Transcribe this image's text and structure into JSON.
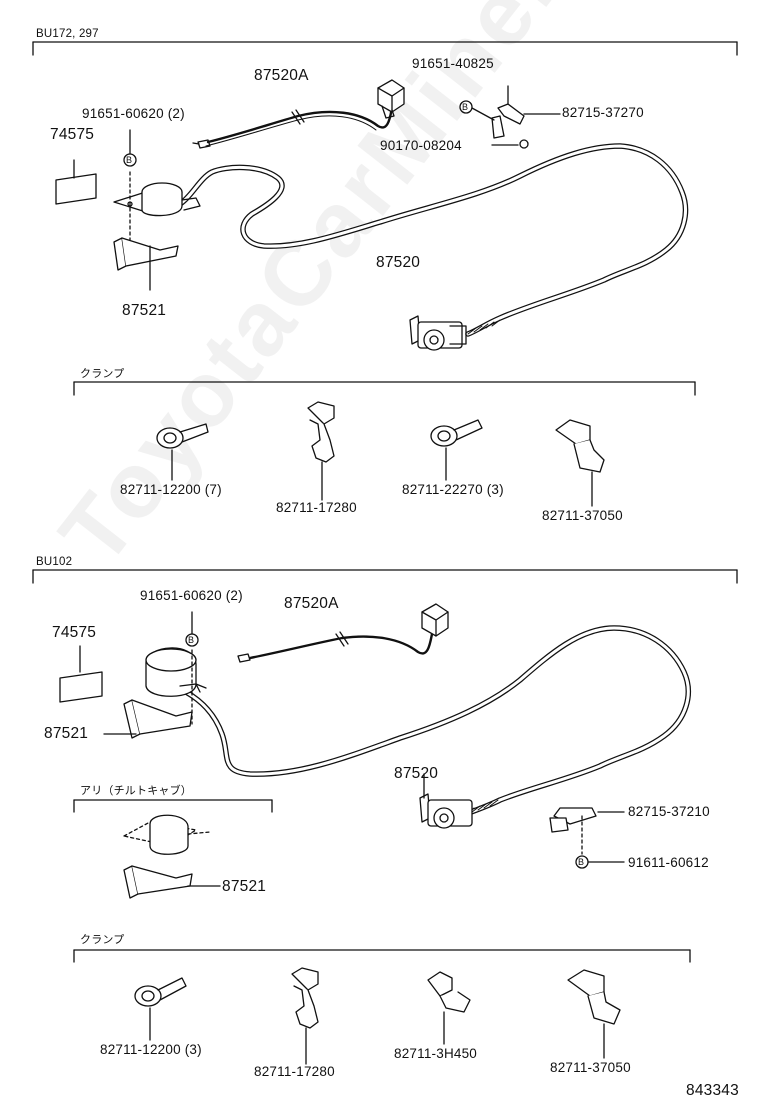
{
  "watermark": "ToyotaCarMine.ru",
  "sections": {
    "top": {
      "model": "BU172, 297",
      "parts": {
        "harness_a": "87520A",
        "screw_a": "91651-40825",
        "bracket_a": "82715-37270",
        "bolt_note": "91651-60620 (2)",
        "nut": "90170-08204",
        "label_plate": "74575",
        "harness": "87520",
        "bracket": "87521"
      },
      "clamp_title": "クランプ",
      "clamps": [
        "82711-12200 (7)",
        "82711-17280",
        "82711-22270 (3)",
        "82711-37050"
      ]
    },
    "bottom": {
      "model": "BU102",
      "parts": {
        "bolt_note": "91651-60620 (2)",
        "harness_a": "87520A",
        "label_plate": "74575",
        "bracket": "87521",
        "harness": "87520",
        "bracket_b": "82715-37210",
        "bolt_b": "91611-60612",
        "tilt_bracket": "87521"
      },
      "tilt_title": "アリ（チルトキャブ）",
      "clamp_title": "クランプ",
      "clamps": [
        "82711-12200 (3)",
        "82711-17280",
        "82711-3H450",
        "82711-37050"
      ]
    }
  },
  "bolt_symbol": "B",
  "diagram_number": "843343"
}
